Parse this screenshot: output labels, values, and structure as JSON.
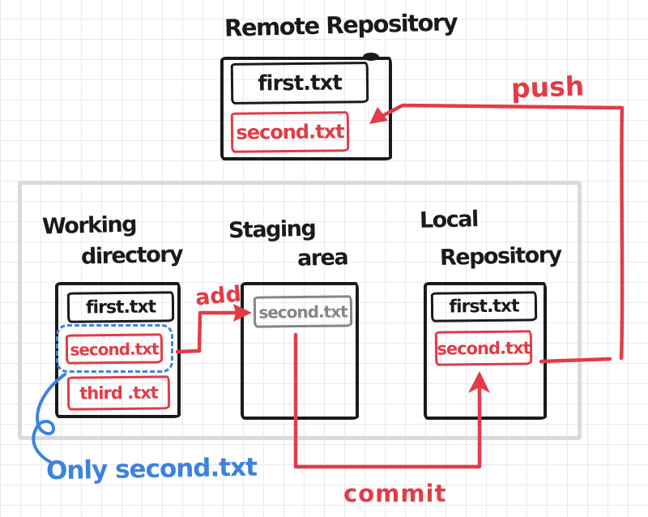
{
  "colors": {
    "black": "#1a1a1a",
    "red": "#e23c46",
    "blue": "#3e82dd",
    "gray": "#868686",
    "container": "#d9dadb",
    "grid": "#e9eaed"
  },
  "remote": {
    "title": "Remote Repository",
    "files": [
      {
        "name": "first.txt",
        "color": "black"
      },
      {
        "name": "second.txt",
        "color": "red"
      }
    ]
  },
  "working": {
    "title": [
      "Working",
      "directory"
    ],
    "files": [
      {
        "name": "first.txt",
        "color": "black"
      },
      {
        "name": "second.txt",
        "color": "red",
        "highlight": "blue-dashed-outline"
      },
      {
        "name": "third .txt",
        "color": "red"
      }
    ]
  },
  "staging": {
    "title": [
      "Staging",
      "area"
    ],
    "files": [
      {
        "name": "second.txt",
        "color": "gray"
      }
    ]
  },
  "local": {
    "title": [
      "Local",
      "Repository"
    ],
    "files": [
      {
        "name": "first.txt",
        "color": "black"
      },
      {
        "name": "second.txt",
        "color": "red"
      }
    ]
  },
  "labels": {
    "push": "push",
    "add": "add",
    "commit": "commit"
  },
  "note": {
    "text": "Only second.txt"
  }
}
